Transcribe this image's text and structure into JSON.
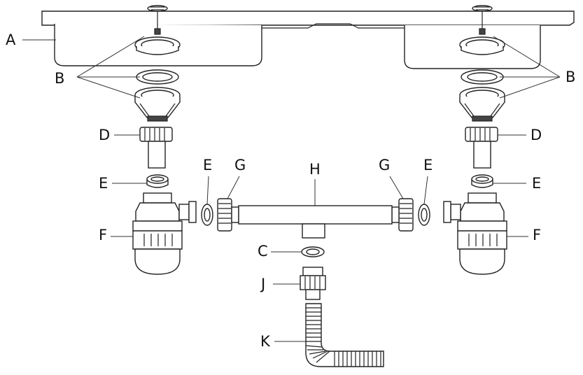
{
  "labels": {
    "A": "A",
    "B_left": "B",
    "B_right": "B",
    "C": "C",
    "D_left": "D",
    "D_right": "D",
    "E_left_outer": "E",
    "E_left_inner": "E",
    "E_right_inner": "E",
    "E_right_outer": "E",
    "F_left": "F",
    "F_right": "F",
    "G_left": "G",
    "G_right": "G",
    "H": "H",
    "J": "J",
    "K": "K"
  }
}
